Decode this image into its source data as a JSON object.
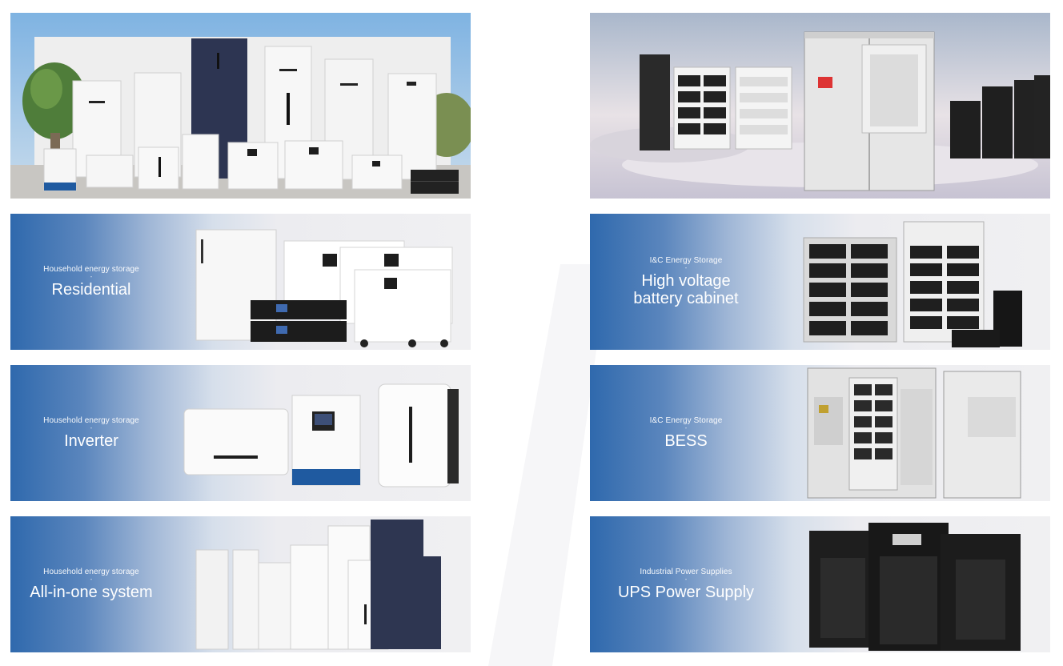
{
  "left": {
    "hero": {
      "icon": "residential-products-photo"
    },
    "cards": [
      {
        "category": "Household energy storage",
        "separator": "-",
        "title": "Residential"
      },
      {
        "category": "Household energy storage",
        "separator": "-",
        "title": "Inverter"
      },
      {
        "category": "Household energy storage",
        "separator": "-",
        "title": "All-in-one system"
      }
    ]
  },
  "right": {
    "hero": {
      "icon": "commercial-products-photo"
    },
    "cards": [
      {
        "category": "I&C Energy Storage",
        "separator": "-",
        "title": "High voltage\nbattery cabinet"
      },
      {
        "category": "I&C Energy Storage",
        "separator": "-",
        "title": "BESS"
      },
      {
        "category": "Industrial Power Supplies",
        "separator": "-",
        "title": "UPS Power Supply"
      }
    ]
  },
  "colors": {
    "accent_blue": "#2f69ad",
    "panel_bg": "#f0f0f2"
  }
}
